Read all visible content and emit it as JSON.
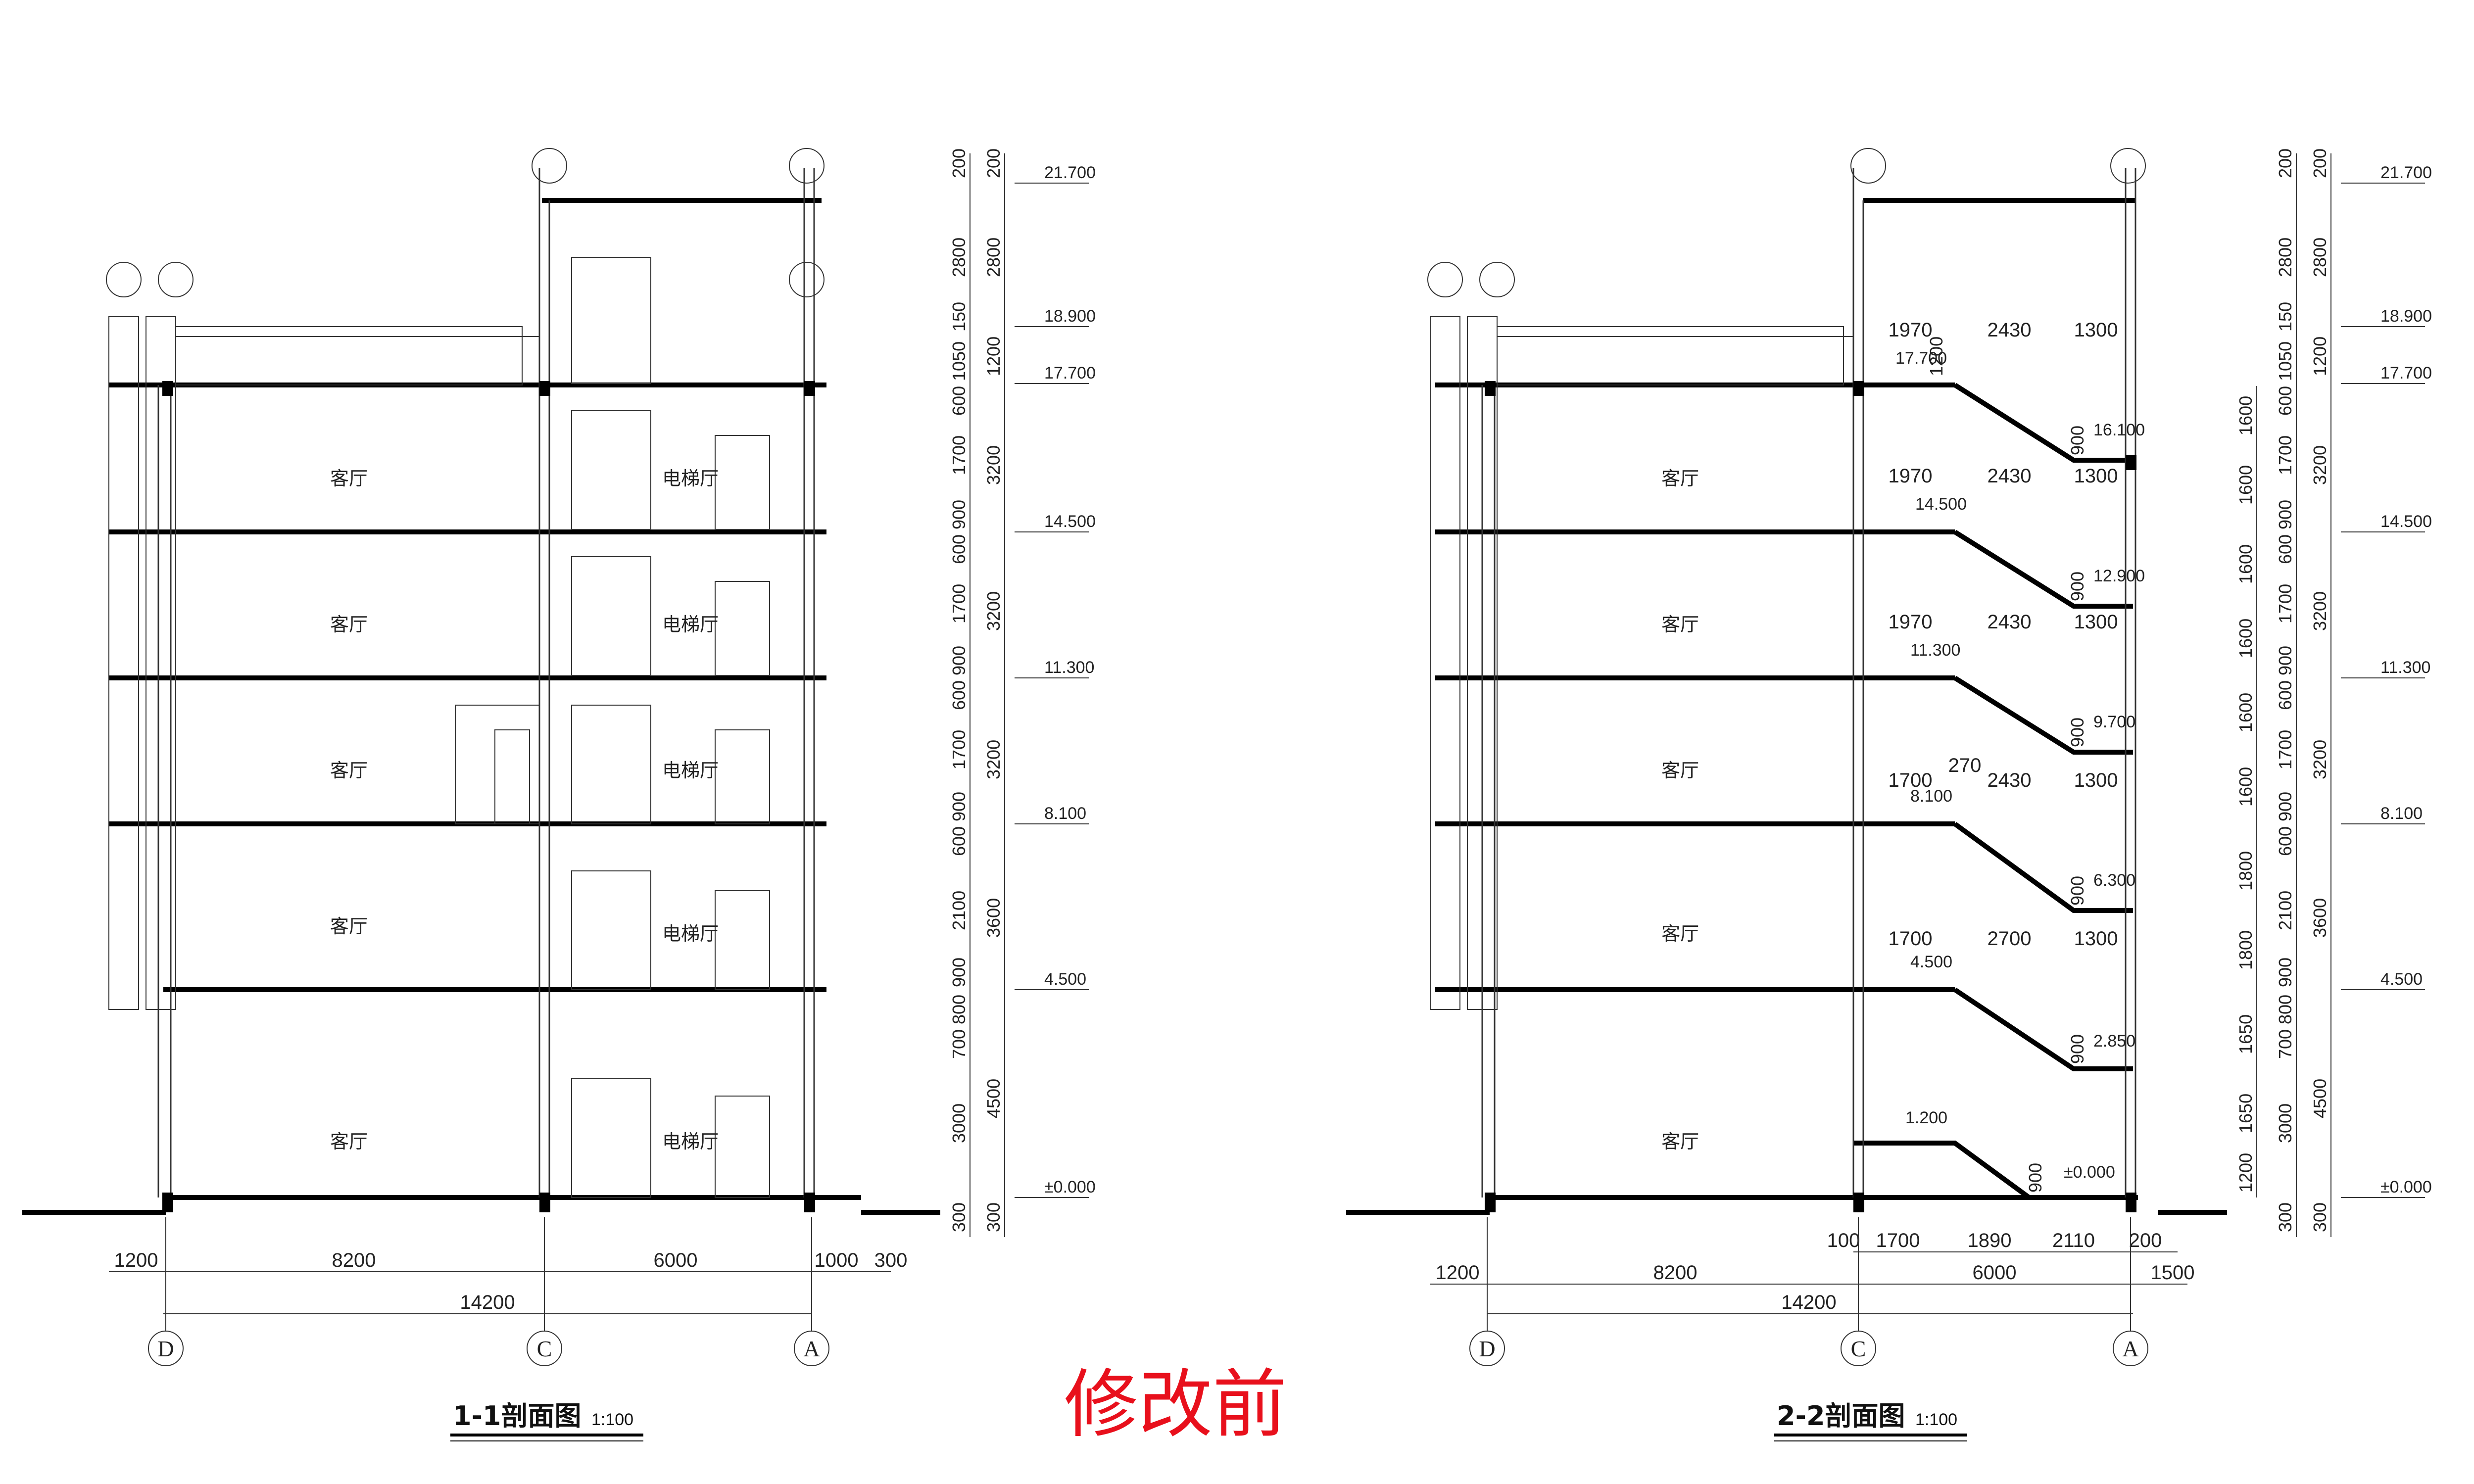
{
  "stamp": "修改前",
  "sections": [
    {
      "id": "1-1",
      "title": "1-1剖面图",
      "scale": "1:100",
      "rooms": [
        {
          "name": "客厅"
        },
        {
          "name": "电梯厅"
        },
        {
          "name": "客厅"
        },
        {
          "name": "电梯厅"
        },
        {
          "name": "客厅"
        },
        {
          "name": "电梯厅"
        },
        {
          "name": "客厅"
        },
        {
          "name": "电梯厅"
        },
        {
          "name": "客厅"
        },
        {
          "name": "电梯厅"
        }
      ],
      "horizontal_dims": [
        "1200",
        "8200",
        "6000",
        "1000",
        "300",
        "14200"
      ],
      "axes": [
        "D",
        "C",
        "A"
      ],
      "vertical_dims_outer": [
        "200",
        "2800",
        "150",
        "1050",
        "600",
        "1700",
        "900",
        "600",
        "1700",
        "900",
        "600",
        "1700",
        "900",
        "600",
        "2100",
        "900",
        "800",
        "700",
        "3000",
        "300"
      ],
      "vertical_dims_inner": [
        "200",
        "2800",
        "1200",
        "3200",
        "3200",
        "3200",
        "3600",
        "4500",
        "300"
      ],
      "elevations": [
        "21.700",
        "18.900",
        "17.700",
        "14.500",
        "11.300",
        "8.100",
        "4.500",
        "±0.000"
      ]
    },
    {
      "id": "2-2",
      "title": "2-2剖面图",
      "scale": "1:100",
      "rooms": [
        {
          "name": "客厅"
        },
        {
          "name": "客厅"
        },
        {
          "name": "客厅"
        },
        {
          "name": "客厅"
        },
        {
          "name": "客厅"
        }
      ],
      "stair_dims": [
        [
          "1970",
          "2430",
          "1300"
        ],
        [
          "1970",
          "2430",
          "1300"
        ],
        [
          "1970",
          "2430",
          "1300"
        ],
        [
          "1700",
          "2430",
          "1300"
        ],
        [
          "1700",
          "2700",
          "1300"
        ]
      ],
      "stair_extra": [
        "270"
      ],
      "stair_landing_elevations": [
        "17.700",
        "14.500",
        "11.300",
        "8.100",
        "4.500",
        "1.200"
      ],
      "stair_mid_elevations": [
        "16.100",
        "12.900",
        "9.700",
        "6.300",
        "2.850",
        "±0.000"
      ],
      "stair_rise_dims": [
        "1200",
        "900",
        "900",
        "900",
        "900",
        "900",
        "900"
      ],
      "horizontal_dims_top": [
        "100",
        "1700",
        "1890",
        "2110",
        "200",
        "6000",
        "1500"
      ],
      "horizontal_dims": [
        "1200",
        "8200",
        "14200"
      ],
      "axes": [
        "D",
        "C",
        "A"
      ],
      "vertical_dims_left": [
        "1600",
        "1600",
        "1600",
        "1600",
        "1600",
        "1600",
        "1800",
        "1800",
        "1650",
        "1650",
        "1200"
      ],
      "vertical_dims_outer": [
        "200",
        "2800",
        "150",
        "1050",
        "600",
        "1700",
        "900",
        "600",
        "1700",
        "900",
        "600",
        "1700",
        "900",
        "600",
        "2100",
        "900",
        "800",
        "700",
        "3000",
        "300"
      ],
      "vertical_dims_inner": [
        "200",
        "2800",
        "1200",
        "3200",
        "3200",
        "3200",
        "3600",
        "4500",
        "300"
      ],
      "elevations": [
        "21.700",
        "18.900",
        "17.700",
        "14.500",
        "11.300",
        "8.100",
        "4.500",
        "±0.000"
      ]
    }
  ]
}
